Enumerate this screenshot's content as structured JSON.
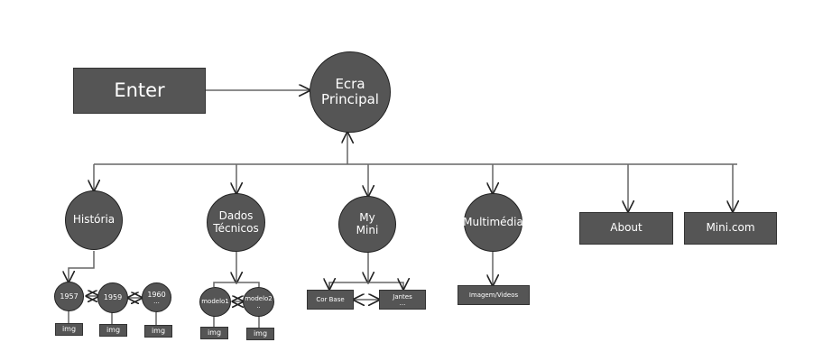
{
  "colors": {
    "node_fill": "#555555",
    "line": "#666666",
    "text": "#ffffff"
  },
  "root": {
    "enter": "Enter",
    "main_line1": "Ecra",
    "main_line2": "Principal"
  },
  "sections": {
    "historia": "História",
    "dados_line1": "Dados",
    "dados_line2": "Técnicos",
    "mymini_line1": "My",
    "mymini_line2": "Mini",
    "multimedia": "Multimédia",
    "about": "About",
    "minicom": "Mini.com"
  },
  "historia_children": [
    {
      "label": "1957",
      "img": "img"
    },
    {
      "label": "1959",
      "img": "img"
    },
    {
      "label": "1960",
      "more": "...",
      "img": "img"
    }
  ],
  "dados_children": [
    {
      "label": "modelo1",
      "img": "img"
    },
    {
      "label": "modelo2",
      "more": "..",
      "img": "img"
    }
  ],
  "mymini_children": [
    {
      "label": "Cor Base"
    },
    {
      "label": "Jantes",
      "more": "..."
    }
  ],
  "multimedia_children": [
    {
      "label": "Imagem/Videos"
    }
  ]
}
